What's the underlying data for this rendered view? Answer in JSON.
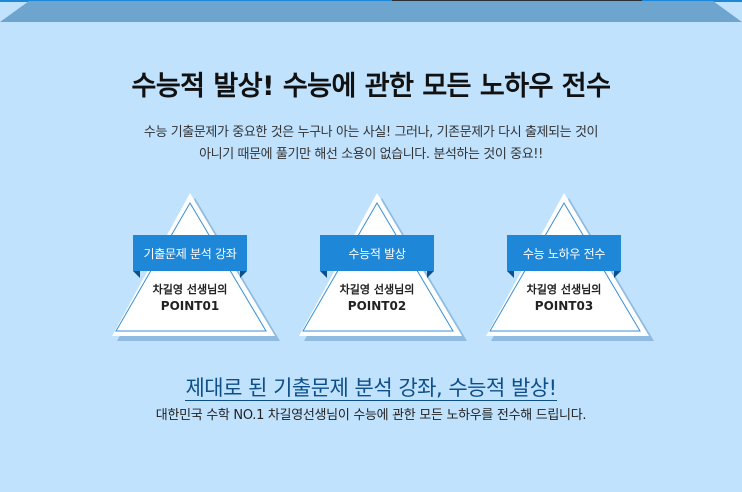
{
  "title": "수능적 발상! 수능에 관한 모든 노하우 전수",
  "desc": [
    "수능 기출문제가 중요한 것은 누구나 아는 사실! 그러나, 기존문제가 다시 출제되는 것이",
    "아니기 때문에 풀기만 해선 소용이 없습니다. 분석하는 것이 중요!!"
  ],
  "points": [
    {
      "label": "기출문제 분석 강좌",
      "teacher": "차길영 선생님의",
      "point": "POINT01"
    },
    {
      "label": "수능적 발상",
      "teacher": "차길영 선생님의",
      "point": "POINT02"
    },
    {
      "label": "수능 노하우 전수",
      "teacher": "차길영 선생님의",
      "point": "POINT03"
    }
  ],
  "headline": "제대로 된 기출문제 분석 강좌, 수능적 발상!",
  "footer": "대한민국 수학 NO.1 차길영선생님이 수능에 관한 모든 노하우를 전수해 드립니다."
}
